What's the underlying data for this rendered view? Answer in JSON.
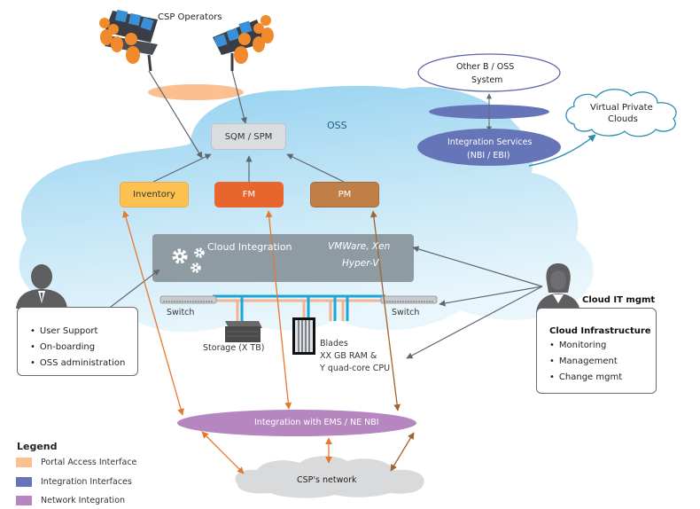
{
  "diagram": {
    "operators_label": "CSP Operators",
    "oss_label": "OSS",
    "sqm_box": "SQM / SPM",
    "modules": [
      {
        "label": "Inventory",
        "color": "#FDC152"
      },
      {
        "label": "FM",
        "color": "#E8652E"
      },
      {
        "label": "PM",
        "color": "#C17F48"
      }
    ],
    "cloud_integration": {
      "title": "Cloud Integration",
      "hypervisors_line1": "VMWare, Xen",
      "hypervisors_line2": "Hyper-V"
    },
    "switch_left": "Switch",
    "switch_right": "Switch",
    "storage": "Storage (X TB)",
    "blades": {
      "line1": "Blades",
      "line2": "XX GB RAM &",
      "line3": "Y quad-core CPU"
    },
    "other_oss": {
      "line1": "Other B / OSS",
      "line2": "System"
    },
    "integration_services": {
      "line1": "Integration Services",
      "line2": "(NBI / EBI)"
    },
    "virtual_private_clouds": {
      "line1": "Virtual Private",
      "line2": "Clouds"
    },
    "oss_admin": {
      "items": [
        "User Support",
        "On-boarding",
        "OSS administration"
      ]
    },
    "cloud_it": {
      "title": "Cloud IT mgmt",
      "subtitle": "Cloud Infrastructure",
      "items": [
        "Monitoring",
        "Management",
        "Change mgmt"
      ]
    },
    "ems_integration": "Integration with EMS / NE NBI",
    "csp_network": "CSP's network"
  },
  "legend": {
    "title": "Legend",
    "items": [
      {
        "label": "Portal Access Interface",
        "color": "#FBC08F"
      },
      {
        "label": "Integration Interfaces",
        "color": "#6674B8"
      },
      {
        "label": "Network Integration",
        "color": "#B586C0"
      }
    ]
  },
  "colors": {
    "cloud_blue": "#A8D8F0",
    "sqm_fill": "#DADCDF",
    "cloud_integration_fill": "#8E9BA3",
    "arrow_gray": "#5F6870",
    "arrow_orange": "#E8772E",
    "arrow_brown": "#A0642E",
    "network_cyan": "#1AA6D8",
    "network_peach": "#F5B48A",
    "integration_blue": "#6674B8",
    "network_purple": "#B586C0",
    "csp_network_gray": "#D9DADC",
    "person_gray": "#5E5E60",
    "operator_orange": "#F08A2C"
  }
}
